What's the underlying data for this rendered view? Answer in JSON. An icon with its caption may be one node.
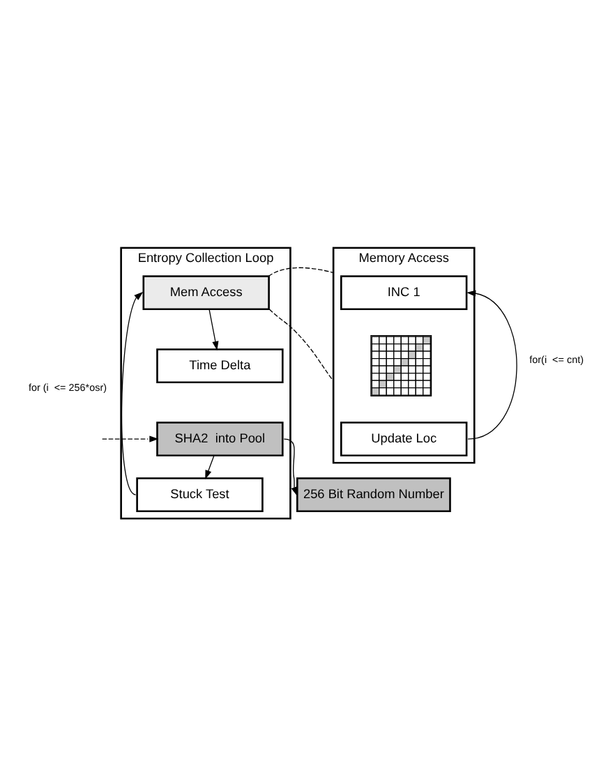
{
  "diagram": {
    "nodes": [
      {
        "text": [
          "Memory Access"
        ]
      },
      {
        "text": [
          "INC 1"
        ],
        "in": 0
      },
      {
        "text": [],
        "shape": "picture",
        "in": 0
      },
      {
        "text": [
          "Update Loc"
        ],
        "in": 0
      },
      {
        "text": [
          "Entropy Collection Loop"
        ]
      },
      {
        "text": [
          "Mem Access"
        ],
        "in": 4
      },
      {
        "text": [
          "Time Delta"
        ],
        "in": 4
      },
      {
        "text": [
          "SHA2  into Pool"
        ],
        "in": 4
      },
      {
        "text": [
          "Stuck Test"
        ],
        "in": 4
      },
      {
        "text": [
          "256 Bit Random Number"
        ]
      }
    ],
    "edges": [
      {
        "from": 3,
        "to": 1,
        "arrow": "to",
        "label": "for(i  <= cnt)"
      },
      {
        "from": 8,
        "to": 5,
        "arrow": "to",
        "label": "for (i  <= 256*osr)"
      },
      {
        "from": 5,
        "to": 6,
        "arrow": "to"
      },
      {
        "from": 7,
        "to": 8,
        "arrow": "to"
      },
      {
        "from": null,
        "to": 7,
        "arrow": "to",
        "style": "dashed"
      },
      {
        "from": 7,
        "to": 9,
        "arrow": "to"
      },
      {
        "from": 5,
        "to": 0,
        "arrow": "none",
        "style": "dashed"
      },
      {
        "from": 5,
        "to": 0,
        "arrow": "none",
        "style": "dashed"
      }
    ]
  }
}
